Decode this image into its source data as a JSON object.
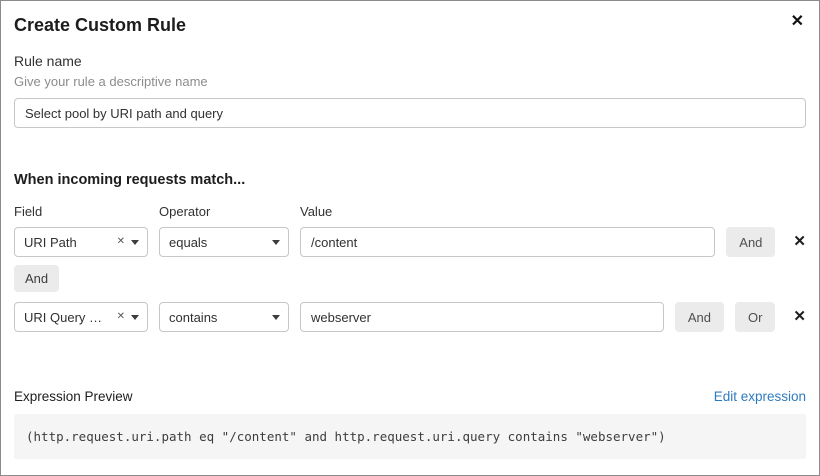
{
  "colors": {
    "link": "#2f7bbf",
    "accent-gray": "#ebebeb"
  },
  "dialog": {
    "title": "Create Custom Rule"
  },
  "icons": {
    "close": "✕",
    "clear": "✕",
    "delete": "✕"
  },
  "rule_name": {
    "label": "Rule name",
    "helper": "Give your rule a descriptive name",
    "value": "Select pool by URI path and query"
  },
  "match": {
    "heading": "When incoming requests match...",
    "columns": {
      "field": "Field",
      "operator": "Operator",
      "value": "Value"
    },
    "connector": "And",
    "rows": [
      {
        "field": "URI Path",
        "operator": "equals",
        "value": "/content",
        "and_label": "And"
      },
      {
        "field": "URI Query St...",
        "operator": "contains",
        "value": "webserver",
        "and_label": "And",
        "or_label": "Or"
      }
    ]
  },
  "expression": {
    "label": "Expression Preview",
    "edit_link": "Edit expression",
    "preview": "(http.request.uri.path eq \"/content\" and http.request.uri.query contains \"webserver\")"
  }
}
